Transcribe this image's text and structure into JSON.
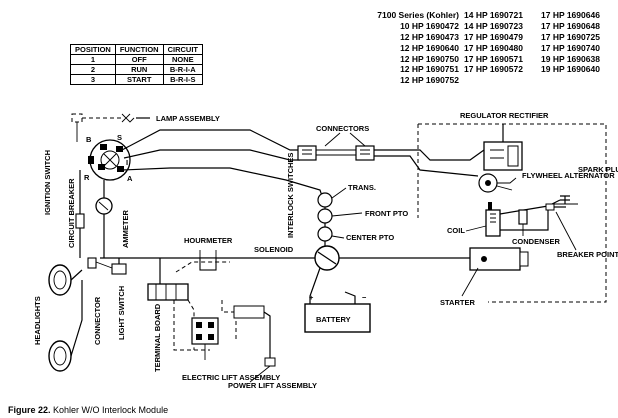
{
  "models": {
    "columns": [
      [
        "7100 Series (Kohler)",
        "10 HP 1690472",
        "12 HP 1690473",
        "12 HP 1690640",
        "12 HP 1690750",
        "12 HP 1690751",
        "12 HP 1690752"
      ],
      [
        "14 HP 1690721",
        "14 HP 1690723",
        "17 HP 1690479",
        "17 HP 1690480",
        "17 HP 1690571",
        "17 HP 1690572"
      ],
      [
        "17 HP 1690646",
        "17 HP 1690648",
        "17 HP 1690725",
        "17 HP 1690740",
        "19 HP 1690638",
        "19 HP 1690640"
      ]
    ]
  },
  "switch_table": {
    "headers": [
      "POSITION",
      "FUNCTION",
      "CIRCUIT"
    ],
    "rows": [
      [
        "1",
        "OFF",
        "NONE"
      ],
      [
        "2",
        "RUN",
        "B-R-I-A"
      ],
      [
        "3",
        "START",
        "B-R-I-S"
      ]
    ]
  },
  "labels": {
    "lamp_assembly": "LAMP ASSEMBLY",
    "ignition_switch": "IGNITION SWITCH",
    "terminal_b": "B",
    "terminal_s": "S",
    "terminal_r": "R",
    "terminal_a": "A",
    "terminal_i": "I",
    "connectors": "CONNECTORS",
    "regulator_rectifier": "REGULATOR RECTIFIER",
    "flywheel_alternator": "FLYWHEEL ALTERNATOR",
    "spark_plug": "SPARK PLUG",
    "trans": "TRANS.",
    "interlock_switches": "INTERLOCK SWITCHES",
    "front_pto": "FRONT PTO",
    "center_pto": "CENTER PTO",
    "coil": "COIL",
    "condenser": "CONDENSER",
    "breaker_points": "BREAKER POINTS",
    "circuit_breaker": "CIRCUIT BREAKER",
    "ammeter": "AMMETER",
    "hourmeter": "HOURMETER",
    "solenoid": "SOLENOID",
    "starter": "STARTER",
    "battery": "BATTERY",
    "battery_plus": "+",
    "battery_minus": "−",
    "headlights": "HEADLIGHTS",
    "connector": "CONNECTOR",
    "light_switch": "LIGHT SWITCH",
    "terminal_board": "TERMINAL BOARD",
    "electric_lift_assembly": "ELECTRIC LIFT ASSEMBLY",
    "power_lift_assembly": "POWER LIFT ASSEMBLY"
  },
  "caption": {
    "figure": "Figure 22.",
    "title": "Kohler W/O Interlock Module"
  }
}
